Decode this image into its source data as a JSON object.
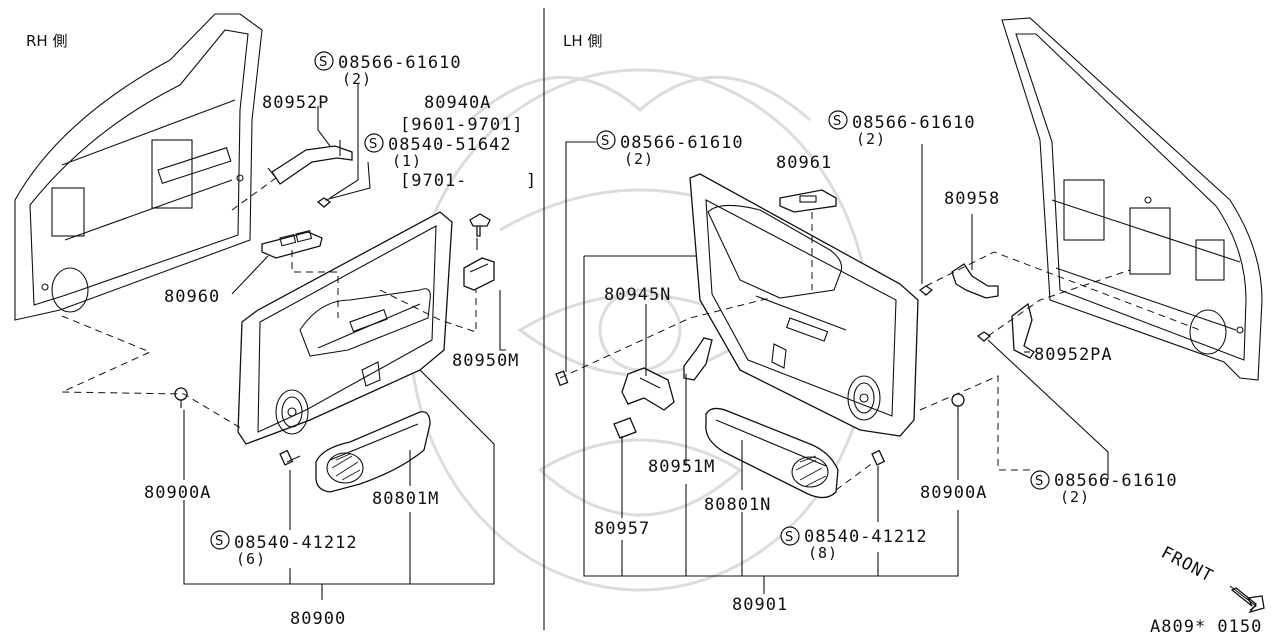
{
  "sides": {
    "rh": "RH 側",
    "lh": "LH 側"
  },
  "symbol": "S",
  "labels": {
    "rh_screw_top": "08566-61610",
    "rh_screw_top_qty": "(2)",
    "p80952p": "80952P",
    "p80940a": "80940A",
    "p80940a_date": "[9601-9701]",
    "rh_screw_mid": "08540-51642",
    "rh_screw_mid_qty": "(1)",
    "rh_screw_mid_date_open": "[9701-",
    "rh_screw_mid_date_close": "]",
    "p80960": "80960",
    "p80950m": "80950M",
    "p80900a_rh": "80900A",
    "p80801m": "80801M",
    "rh_screw_bot": "08540-41212",
    "rh_screw_bot_qty": "(6)",
    "p80900": "80900",
    "lh_screw_left": "08566-61610",
    "lh_screw_left_qty": "(2)",
    "p80961": "80961",
    "lh_screw_top": "08566-61610",
    "lh_screw_top_qty": "(2)",
    "p80958": "80958",
    "p80945n": "80945N",
    "p80952pa": "80952PA",
    "p80951m": "80951M",
    "p80900a_lh": "80900A",
    "lh_screw_right": "08566-61610",
    "lh_screw_right_qty": "(2)",
    "p80801n": "80801N",
    "p80957": "80957",
    "lh_screw_bot": "08540-41212",
    "lh_screw_bot_qty": "(8)",
    "p80901": "80901",
    "front": "FRONT",
    "code": "A809* 0150"
  }
}
